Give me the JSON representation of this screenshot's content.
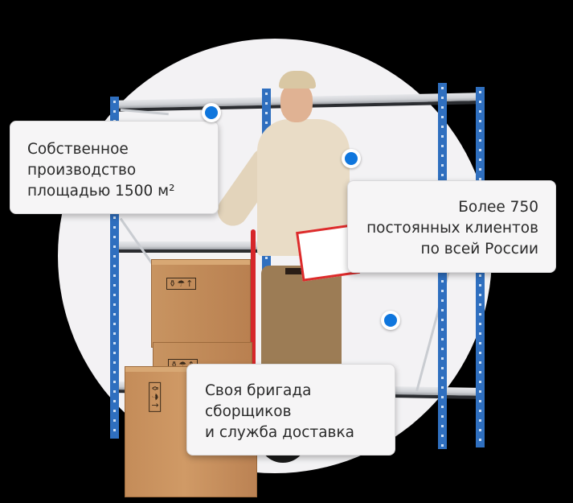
{
  "colors": {
    "background": "#000000",
    "circle": "#f3f2f4",
    "card_bg": "#f6f5f6",
    "card_text": "#2a2a2a",
    "dot_accent": "#0f76dd",
    "rack_blue": "#2f6fbf",
    "box_cardboard": "#c89461",
    "dolly_red": "#d6262a"
  },
  "illustration": {
    "subject": "delivery worker with hand truck, cardboard boxes and blue metal storage rack",
    "box_icons": "⚱☂↑"
  },
  "callouts": [
    {
      "id": "production",
      "text": "Собственное\nпроизводство\nплощадью 1500 м²",
      "align": "left",
      "marker_icon": "location-dot-icon"
    },
    {
      "id": "clients",
      "text": "Более 750\nпостоянных клиентов\nпо всей России",
      "align": "right",
      "marker_icon": "location-dot-icon"
    },
    {
      "id": "team",
      "text": "Своя бригада\nсборщиков\nи служба доставка",
      "align": "left",
      "marker_icon": "location-dot-icon"
    }
  ]
}
